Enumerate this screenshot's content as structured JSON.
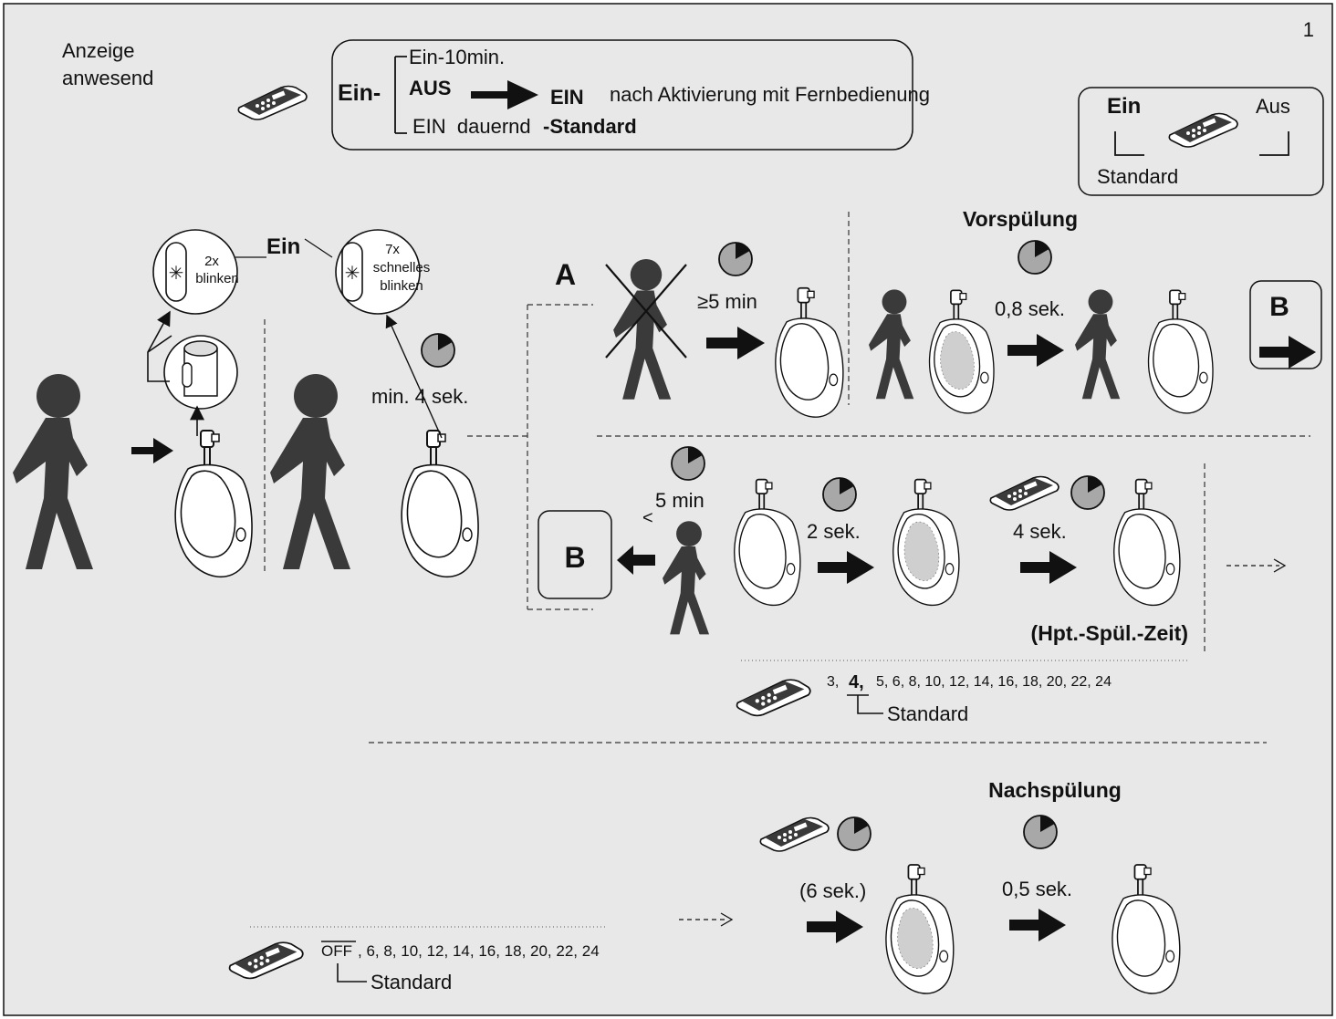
{
  "page_number": "1",
  "display_present": {
    "line1": "Anzeige",
    "line2": "anwesend"
  },
  "mode_box": {
    "prefix": "Ein-",
    "option1": "Ein-10min.",
    "option2_from": "AUS",
    "option2_to": "EIN",
    "option2_note": "nach Aktivierung mit Fernbedienung",
    "option3_main": "EIN  dauernd",
    "option3_default": "-Standard"
  },
  "onoff_box": {
    "on": "Ein",
    "off": "Aus",
    "default": "Standard"
  },
  "activation": {
    "ein_label": "Ein",
    "bubble1_line1": "2x",
    "bubble1_line2": "blinken",
    "bubble2_line1": "7x",
    "bubble2_line2": "schnelles",
    "bubble2_line3": "blinken",
    "min_time": "min. 4 sek."
  },
  "vorspuelung": {
    "title": "Vorspülung",
    "label_a": "A",
    "absence_time": "≥5 min",
    "delay": "0,8 sek.",
    "goto_b": "B"
  },
  "main_flush": {
    "lt_sign": "<",
    "presence_time": "5 min",
    "box_b": "B",
    "step1": "2 sek.",
    "step2": "4 sek.",
    "caption": "(Hpt.-Spül.-Zeit)",
    "options_pre": "3,",
    "options_default": "4,",
    "options_post": "5, 6, 8, 10, 12, 14, 16, 18, 20, 22, 24",
    "default_label": "Standard"
  },
  "nachspuelung": {
    "title": "Nachspülung",
    "step1": "(6 sek.)",
    "step2": "0,5 sek.",
    "options_off": "OFF",
    "options_rest": ", 6, 8, 10, 12, 14, 16, 18, 20, 22, 24",
    "default_label": "Standard"
  },
  "colors": {
    "background": "#e8e8e8",
    "figure": "#3a3a3a",
    "clock": "#a8a8a8"
  }
}
